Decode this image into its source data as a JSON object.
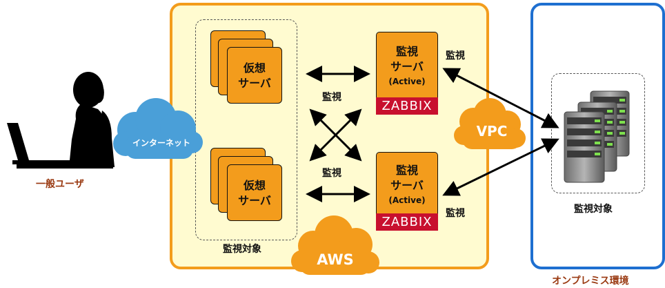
{
  "user": {
    "label": "一般ユーザ"
  },
  "internet": {
    "label": "インターネット"
  },
  "aws": {
    "label": "AWS",
    "vpc_label": "VPC",
    "monitor_group_label": "監視対象",
    "virtual_servers": [
      {
        "line1": "仮想",
        "line2": "サーバ"
      },
      {
        "line1": "仮想",
        "line2": "サーバ"
      }
    ],
    "zabbix_servers": [
      {
        "line1": "監視",
        "line2": "サーバ",
        "mode": "(Active)",
        "badge": "ZABBIX"
      },
      {
        "line1": "監視",
        "line2": "サーバ",
        "mode": "(Active)",
        "badge": "ZABBIX"
      }
    ],
    "arrow_labels": {
      "top": "監視",
      "bottom": "監視"
    }
  },
  "onprem": {
    "label": "オンプレミス環境",
    "target_label": "監視対象",
    "arrow_labels": {
      "top": "監視",
      "bottom": "監視"
    }
  },
  "colors": {
    "aws_border": "#f39c1c",
    "aws_fill": "#fffbd0",
    "onprem_border": "#1e6fd0",
    "zabbix_badge": "#c8102e",
    "internet_cloud": "#4a9fd8",
    "orange_cloud": "#f39c1c"
  }
}
